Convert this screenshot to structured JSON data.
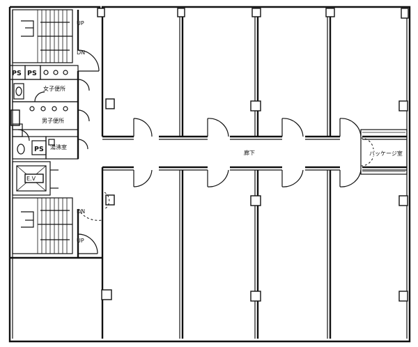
{
  "labels": {
    "stair_top_up": "UP",
    "stair_top_down": "DN",
    "stair_bottom_down": "DN",
    "stair_bottom_up": "UP",
    "ps_1": "PS",
    "ps_2": "PS",
    "ps_3": "PS",
    "womens_restroom": "女子便所",
    "mens_restroom": "男子便所",
    "kitchenette": "湯沸室",
    "elevator": "E.V",
    "corridor": "廊下",
    "package_room": "パッケージ室"
  }
}
